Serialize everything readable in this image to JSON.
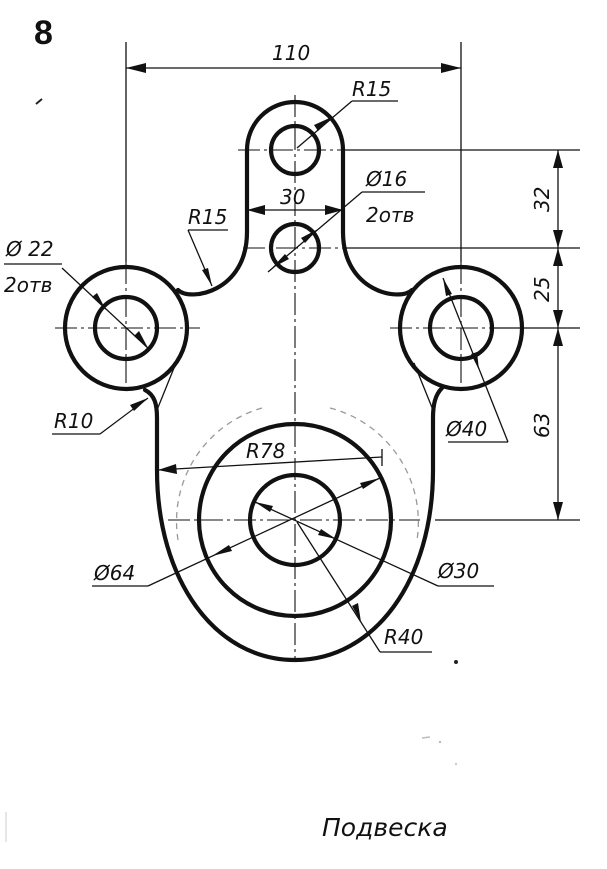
{
  "figure": {
    "number": "8",
    "title": "Подвеска"
  },
  "dimensions": {
    "d110": "110",
    "r15_top": "R15",
    "d30": "30",
    "r15_left": "R15",
    "dia16": "Ø16",
    "holes16": "2отв",
    "dia22": "Ø 22",
    "holes22": "2отв",
    "d32": "32",
    "d25": "25",
    "d63": "63",
    "r10": "R10",
    "dia40": "Ø40",
    "r78": "R78",
    "dia64": "Ø64",
    "dia30": "Ø30",
    "r40": "R40"
  }
}
